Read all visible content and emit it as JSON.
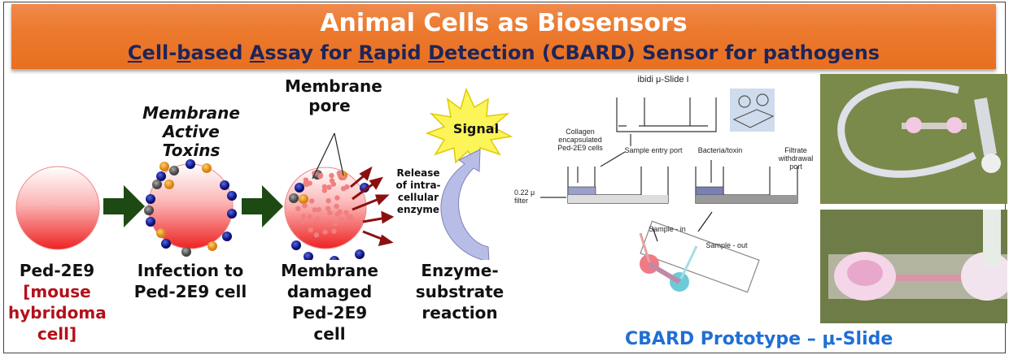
{
  "header": {
    "title": "Animal Cells as Biosensors",
    "subtitle_parts": [
      {
        "text": "C",
        "underline": true
      },
      {
        "text": "ell-",
        "underline": false
      },
      {
        "text": "b",
        "underline": true
      },
      {
        "text": "ased ",
        "underline": false
      },
      {
        "text": "A",
        "underline": true
      },
      {
        "text": "ssay for ",
        "underline": false
      },
      {
        "text": "R",
        "underline": true
      },
      {
        "text": "apid ",
        "underline": false
      },
      {
        "text": "D",
        "underline": true
      },
      {
        "text": "etection (CBARD) Sensor for pathogens",
        "underline": false
      }
    ]
  },
  "steps": {
    "cell": {
      "name": "Ped-2E9",
      "desc_line1": "[mouse",
      "desc_line2": "hybridoma",
      "desc_line3": "cell]"
    },
    "toxins": {
      "label_line1": "Membrane",
      "label_line2": "Active Toxins",
      "caption_line1": "Infection to",
      "caption_line2": "Ped-2E9 cell"
    },
    "damaged": {
      "pore_line1": "Membrane",
      "pore_line2": "pore",
      "release_line1": "Release",
      "release_line2": "of intra-",
      "release_line3": "cellular",
      "release_line4": "enzyme",
      "caption_line1": "Membrane",
      "caption_line2": "damaged",
      "caption_line3": "Ped-2E9",
      "caption_line4": "cell"
    },
    "reaction": {
      "signal": "Signal",
      "caption_line1": "Enzyme-",
      "caption_line2": "substrate",
      "caption_line3": "reaction"
    }
  },
  "schematic": {
    "title": "ibidi μ-Slide I",
    "collagen_line1": "Collagen",
    "collagen_line2": "encapsulated",
    "collagen_line3": "Ped-2E9 cells",
    "entry_port": "Sample entry port",
    "filter_line1": "0.22 μ",
    "filter_line2": "filter",
    "bacteria": "Bacteria/toxin",
    "filtrate_line1": "Filtrate",
    "filtrate_line2": "withdrawal",
    "filtrate_line3": "port",
    "sample_in": "Sample - in",
    "sample_out": "Sample - out"
  },
  "prototype_label": "CBARD Prototype –  μ-Slide",
  "colors": {
    "banner": "#ec7a2e",
    "subtitle": "#1e2559",
    "arrow_green": "#1c4a12",
    "enzyme_arrow": "#8b1010",
    "prototype_blue": "#1f6fd6",
    "desc_red": "#b3101a"
  }
}
